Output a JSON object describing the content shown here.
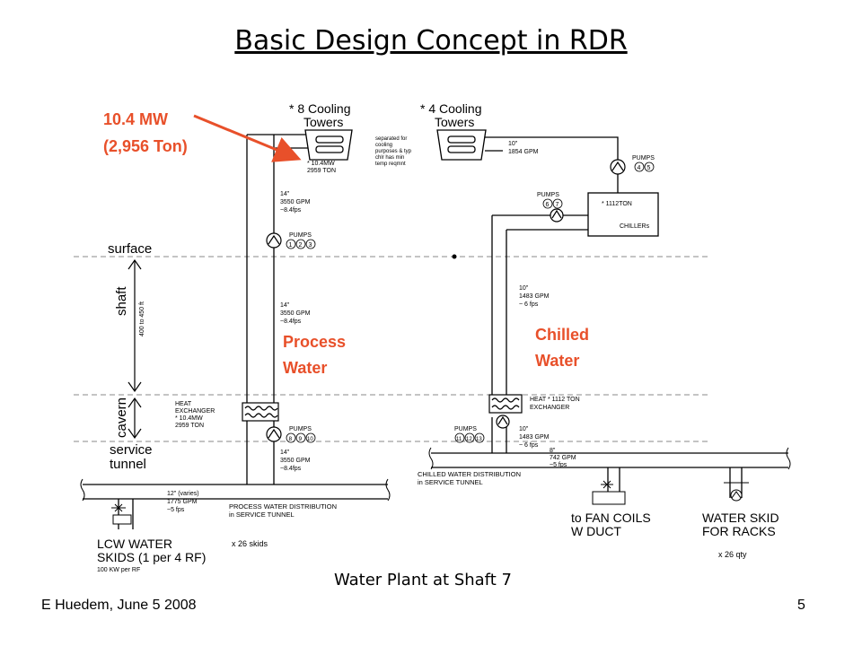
{
  "slide": {
    "title": "Basic Design Concept in RDR",
    "caption": "Water Plant at Shaft 7",
    "author": "E Huedem, June 5 2008",
    "page": "5"
  },
  "annotations": {
    "cooling_power": "10.4 MW",
    "cooling_tons": "(2,956 Ton)",
    "process_water": [
      "Process",
      "Water"
    ],
    "chilled_water": [
      "Chilled",
      "Water"
    ],
    "color": "#e8502a"
  },
  "levels": {
    "surface": "surface",
    "shaft": "shaft",
    "shaft_depth": "400 to 450 ft",
    "cavern": "cavern",
    "service_tunnel": [
      "service",
      "tunnel"
    ]
  },
  "process": {
    "towers_title": [
      "* 8 Cooling",
      "Towers"
    ],
    "tower_rating": [
      "* 10.4MW",
      "2959 TON"
    ],
    "pipe_spec_1": [
      "14\"",
      "3550 GPM",
      "~8.4fps"
    ],
    "pumps_1_label": "PUMPS",
    "pumps_1_ids": [
      "1",
      "2",
      "3"
    ],
    "pipe_spec_2": [
      "14\"",
      "3550 GPM",
      "~8.4fps"
    ],
    "hx_label": [
      "HEAT",
      "EXCHANGER",
      "* 10.4MW",
      "2959 TON"
    ],
    "pumps_2_label": "PUMPS",
    "pumps_2_ids": [
      "8",
      "9",
      "10"
    ],
    "pipe_spec_3": [
      "14\"",
      "3550 GPM",
      "~8.4fps"
    ],
    "branch_spec": [
      "12\" (varies)",
      "1775 GPM",
      "~5 fps"
    ],
    "distribution": [
      "PROCESS WATER DISTRIBUTION",
      "in SERVICE TUNNEL"
    ],
    "skids_count": "x 26 skids",
    "lcw": [
      "LCW  WATER",
      "SKIDS (1 per 4 RF)",
      "100 KW per RF"
    ]
  },
  "chilled": {
    "towers_title": [
      "* 4 Cooling",
      "Towers"
    ],
    "tower_note": [
      "separated for",
      "cooling",
      "purposes & typ",
      "chlr has min",
      "temp reqmnt"
    ],
    "tower_pipe": [
      "10\"",
      "1854 GPM"
    ],
    "pumps_tower_label": "PUMPS",
    "pumps_tower_ids": [
      "4",
      "5"
    ],
    "pumps_chiller_label": "PUMPS",
    "pumps_chiller_ids": [
      "6",
      "7"
    ],
    "chillers": [
      "* 1112TON",
      "CHILLERs"
    ],
    "riser_spec": [
      "10\"",
      "1483 GPM",
      "~ 6 fps"
    ],
    "hx_label": [
      "HEAT  * 1112 TON",
      "EXCHANGER"
    ],
    "pumps_bottom_label": "PUMPS",
    "pumps_bottom_ids": [
      "11",
      "12",
      "13"
    ],
    "bottom_spec": [
      "10\"",
      "1483 GPM",
      "~ 6 fps"
    ],
    "branch_spec": [
      "8\"",
      "742 GPM",
      "~5 fps"
    ],
    "distribution": [
      "CHILLED WATER DISTRIBUTION",
      "in SERVICE TUNNEL"
    ],
    "fan_coils": [
      "to FAN COILS",
      "W DUCT"
    ],
    "water_skid": [
      "WATER SKID",
      "FOR RACKS"
    ],
    "qty": "x 26  qty"
  }
}
